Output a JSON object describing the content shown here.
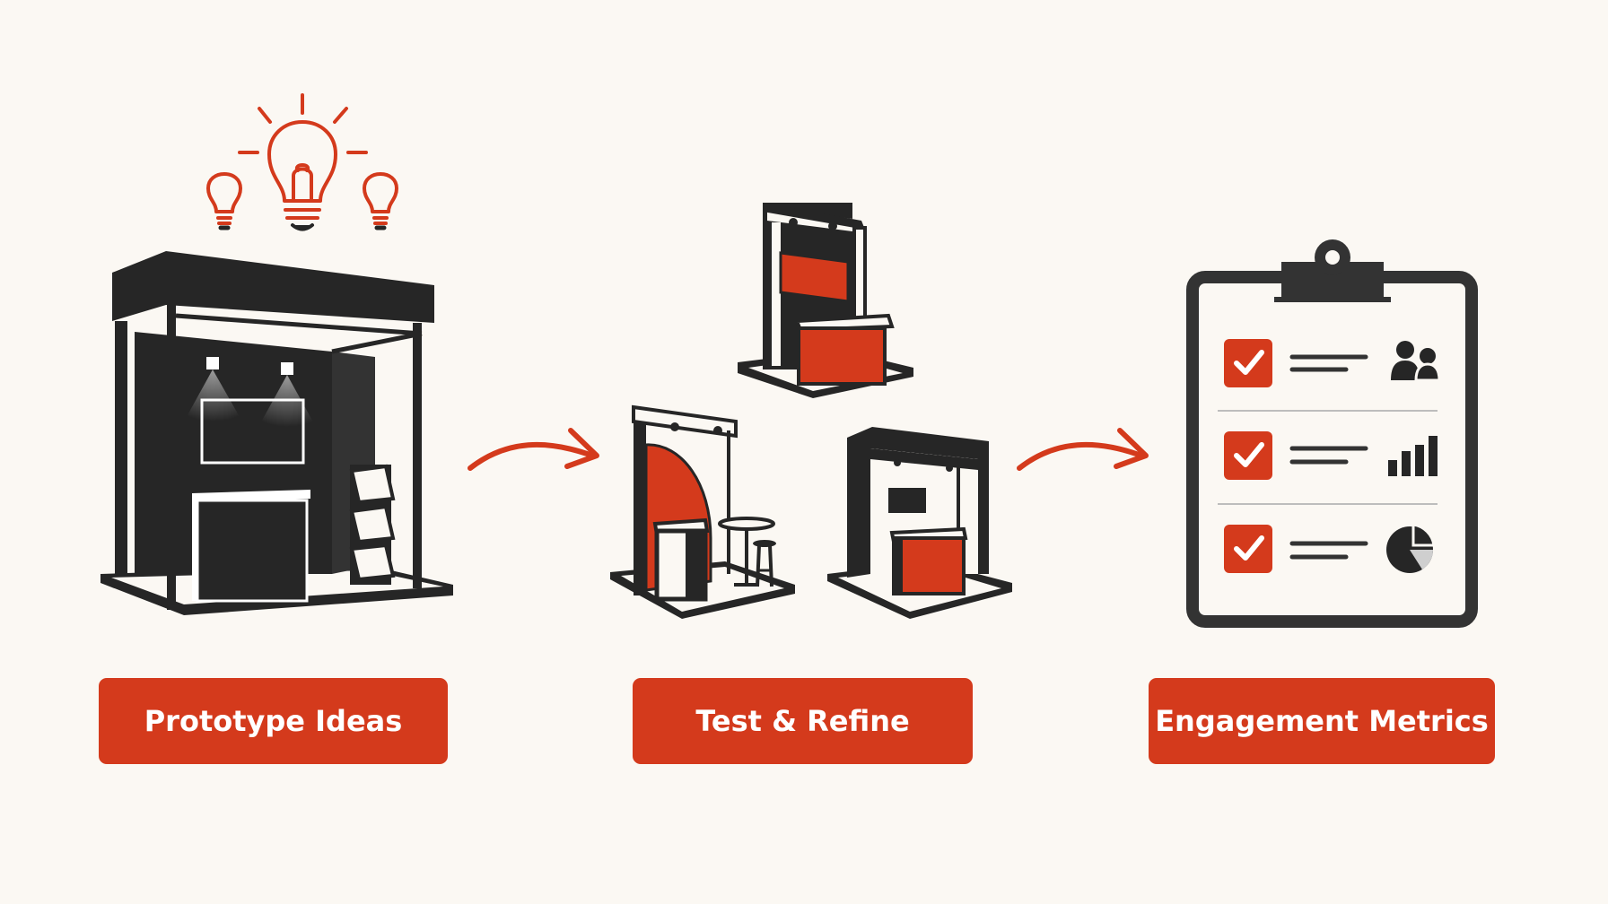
{
  "colors": {
    "background": "#fbf8f3",
    "accent": "#d43a1c",
    "ink": "#262626",
    "label_text": "#ffffff"
  },
  "steps": [
    {
      "label": "Prototype Ideas",
      "icon": "exhibition-booth-with-lightbulbs"
    },
    {
      "label": "Test & Refine",
      "icon": "booth-variants"
    },
    {
      "label": "Engagement Metrics",
      "icon": "clipboard-checklist"
    }
  ],
  "connectors": [
    "arrow-right",
    "arrow-right"
  ],
  "checklist": {
    "items": [
      {
        "checked": true,
        "metric_icon": "people-icon"
      },
      {
        "checked": true,
        "metric_icon": "bar-chart-icon"
      },
      {
        "checked": true,
        "metric_icon": "pie-chart-icon"
      }
    ]
  }
}
